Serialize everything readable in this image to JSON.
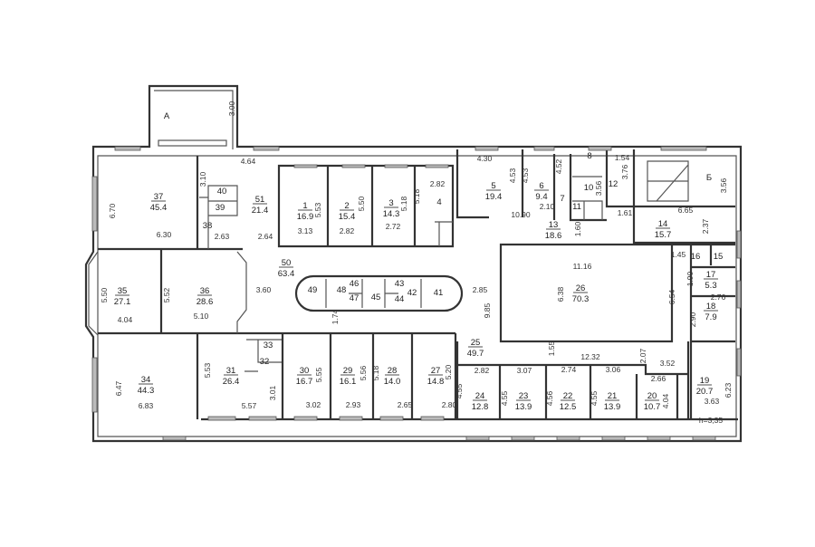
{
  "plan": {
    "stairs": [
      "А",
      "Б"
    ],
    "rooms": [
      {
        "num": "37",
        "area": "45.4"
      },
      {
        "num": "51",
        "area": "21.4"
      },
      {
        "num": "1",
        "area": "16.9"
      },
      {
        "num": "2",
        "area": "15.4"
      },
      {
        "num": "3",
        "area": "14.3"
      },
      {
        "num": "5",
        "area": "19.4"
      },
      {
        "num": "6",
        "area": "9.4"
      },
      {
        "num": "13",
        "area": "18.6"
      },
      {
        "num": "14",
        "area": "15.7"
      },
      {
        "num": "17",
        "area": "5.3"
      },
      {
        "num": "18",
        "area": "7.9"
      },
      {
        "num": "26",
        "area": "70.3"
      },
      {
        "num": "50",
        "area": "63.4"
      },
      {
        "num": "35",
        "area": "27.1"
      },
      {
        "num": "36",
        "area": "28.6"
      },
      {
        "num": "34",
        "area": "44.3"
      },
      {
        "num": "31",
        "area": "26.4"
      },
      {
        "num": "30",
        "area": "16.7"
      },
      {
        "num": "29",
        "area": "16.1"
      },
      {
        "num": "28",
        "area": "14.0"
      },
      {
        "num": "27",
        "area": "14.8"
      },
      {
        "num": "25",
        "area": "49.7"
      },
      {
        "num": "24",
        "area": "12.8"
      },
      {
        "num": "23",
        "area": "13.9"
      },
      {
        "num": "22",
        "area": "12.5"
      },
      {
        "num": "21",
        "area": "13.9"
      },
      {
        "num": "20",
        "area": "10.7"
      },
      {
        "num": "19",
        "area": "20.7"
      }
    ],
    "small_rooms": [
      "4",
      "8",
      "10",
      "12",
      "7",
      "11",
      "16",
      "15",
      "49",
      "48",
      "46",
      "47",
      "45",
      "43",
      "44",
      "42",
      "41",
      "40",
      "39",
      "38",
      "33",
      "32"
    ],
    "dimensions": [
      "4.64",
      "3.10",
      "6.70",
      "6.30",
      "2.63",
      "2.64",
      "5.53",
      "3.13",
      "5.50",
      "2.82",
      "5.18",
      "2.72",
      "5.18",
      "2.82",
      "3.00",
      "5.50",
      "5.52",
      "4.04",
      "5.10",
      "3.60",
      "1.74",
      "2.85",
      "9.85",
      "6.38",
      "11.16",
      "6.54",
      "1.45",
      "1.90",
      "2.76",
      "2.90",
      "4.30",
      "4.53",
      "4.53",
      "2.10",
      "10.90",
      "1.60",
      "4.52",
      "3.56",
      "1.54",
      "3.76",
      "1.61",
      "6.65",
      "2.37",
      "3.56",
      "5.53",
      "3.01",
      "5.57",
      "6.47",
      "6.83",
      "5.55",
      "3.02",
      "5.56",
      "2.93",
      "5.18",
      "2.65",
      "5.20",
      "2.80",
      "4.55",
      "2.82",
      "3.07",
      "2.74",
      "3.06",
      "1.55",
      "12.32",
      "2.07",
      "3.52",
      "2.66",
      "4.04",
      "6.23",
      "3.63",
      "h=3,35",
      "4.55",
      "4.56",
      "4.55"
    ]
  }
}
